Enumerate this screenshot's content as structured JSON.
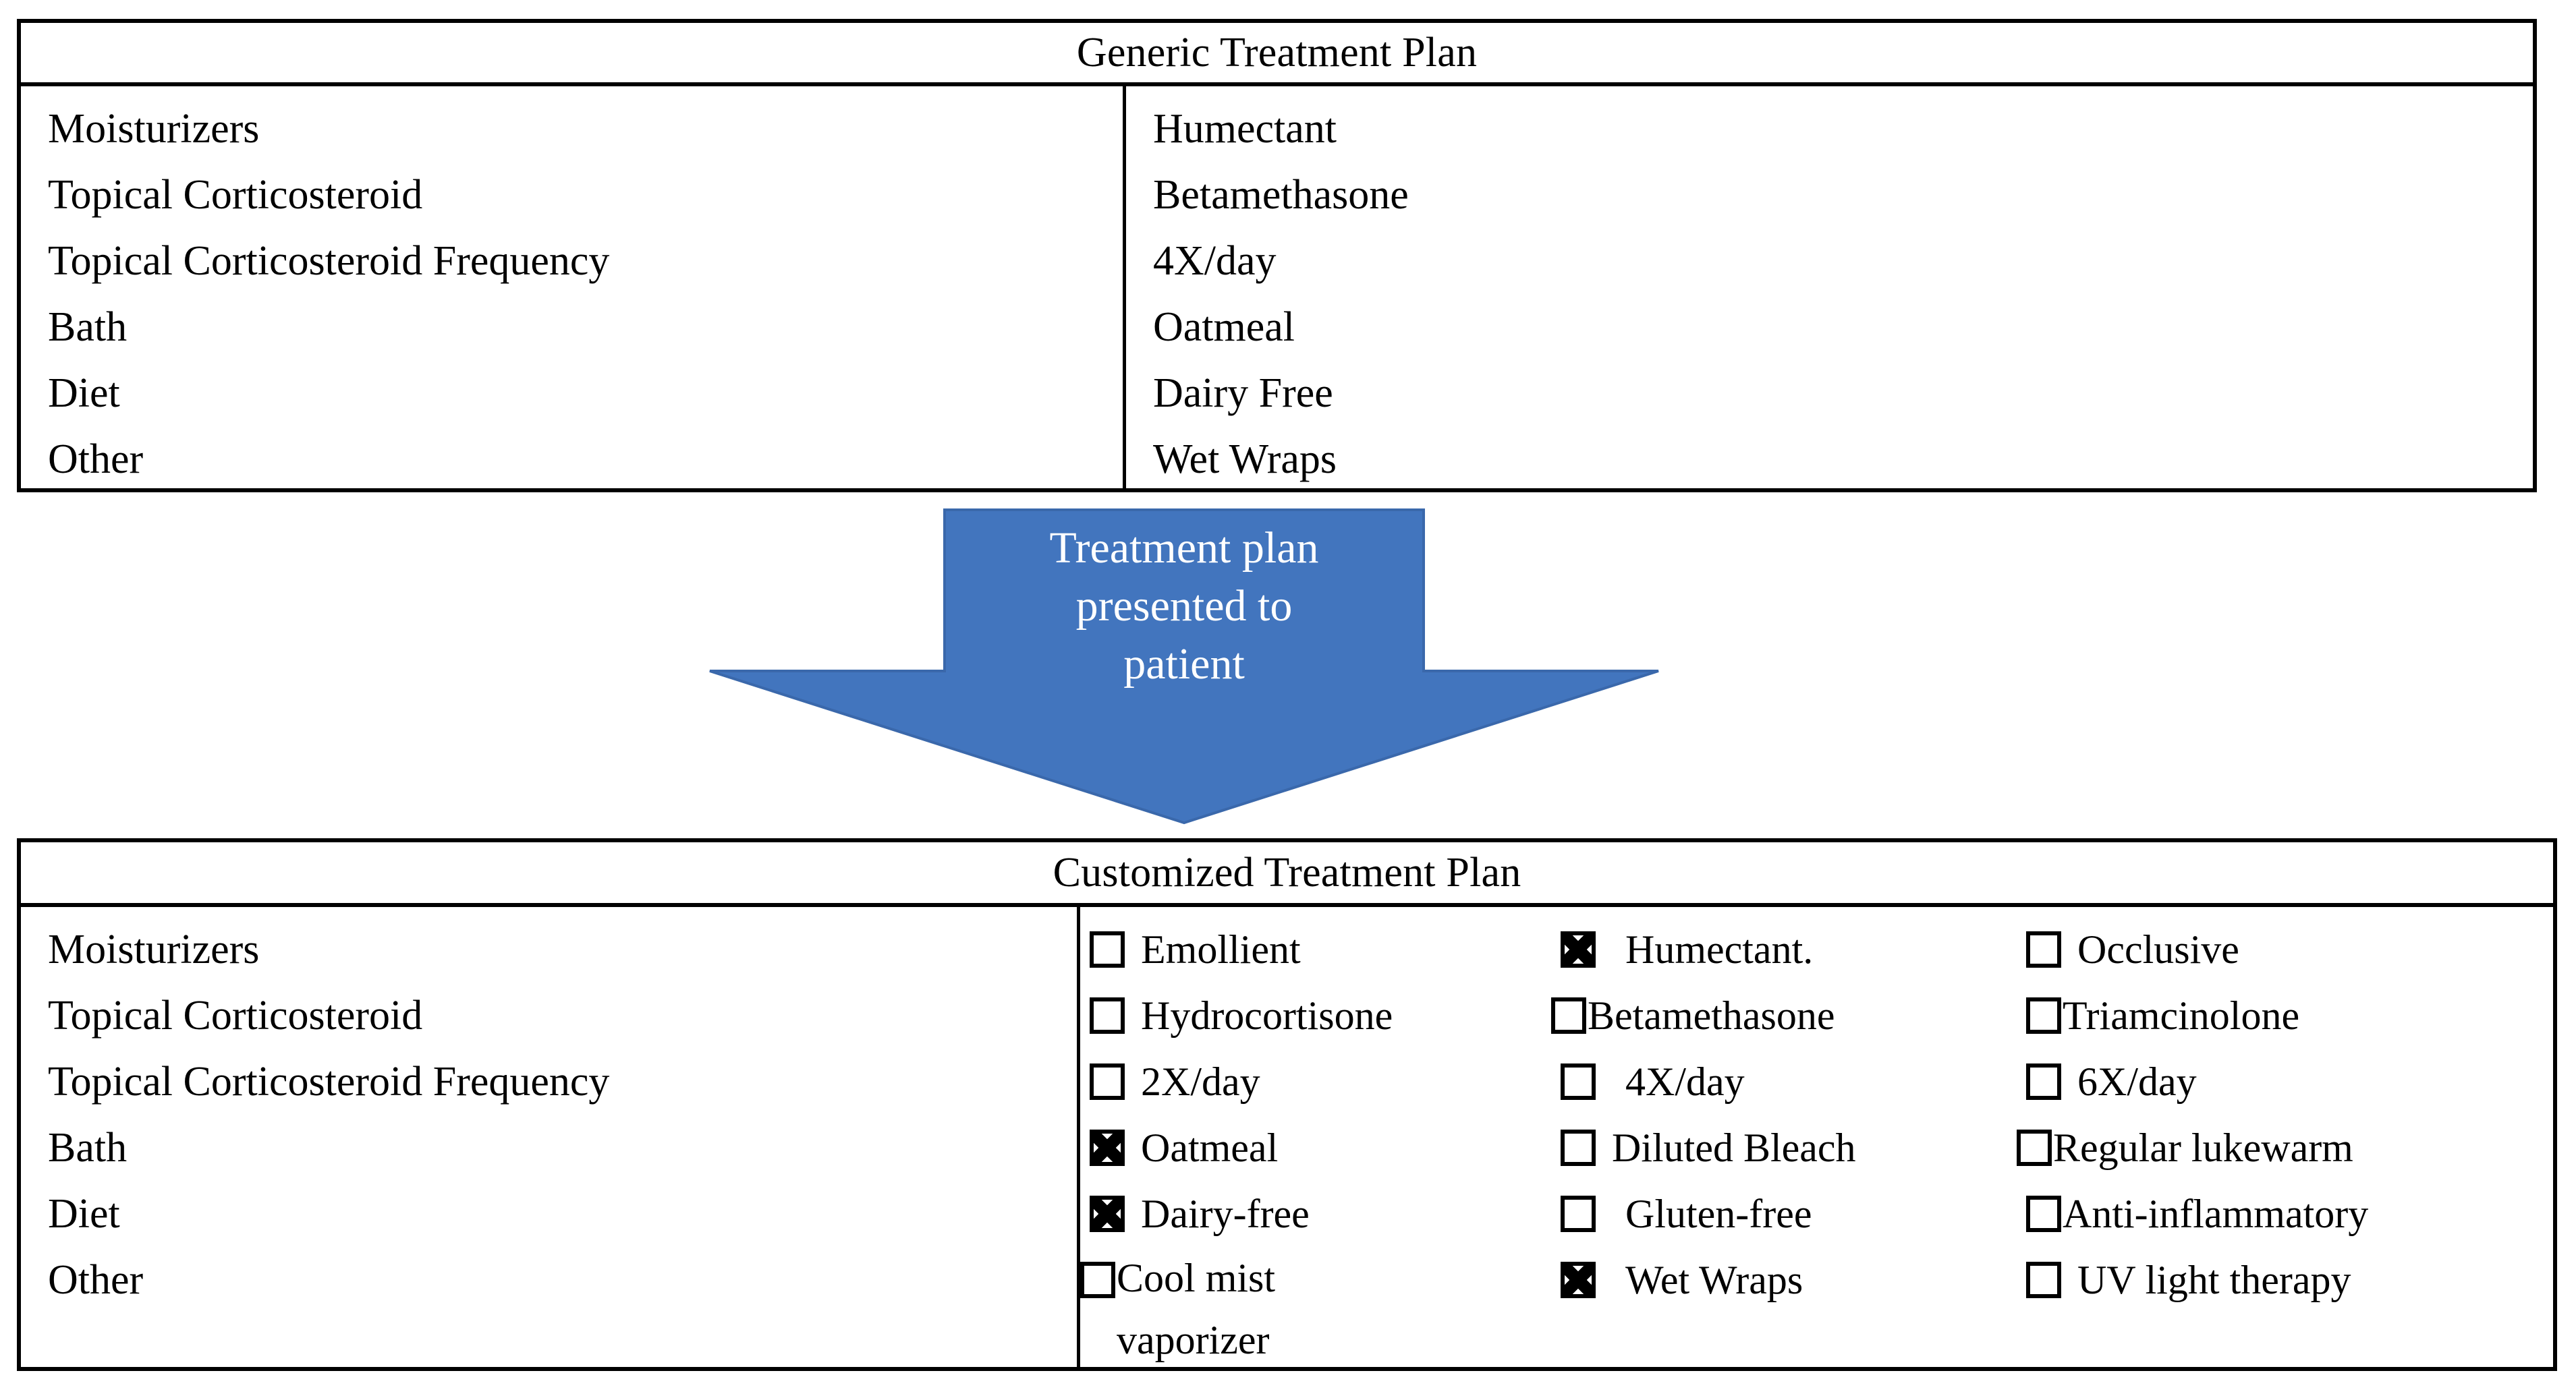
{
  "generic_plan": {
    "title": "Generic Treatment Plan",
    "rows": [
      {
        "label": "Moisturizers",
        "value": "Humectant"
      },
      {
        "label": "Topical Corticosteroid",
        "value": "Betamethasone"
      },
      {
        "label": "Topical Corticosteroid Frequency",
        "value": "4X/day"
      },
      {
        "label": "Bath",
        "value": "Oatmeal"
      },
      {
        "label": "Diet",
        "value": "Dairy Free"
      },
      {
        "label": "Other",
        "value": "Wet Wraps"
      }
    ]
  },
  "arrow": {
    "label": "Treatment plan presented to patient",
    "line1": "Treatment plan",
    "line2": "presented to",
    "line3": "patient",
    "color": "#4275BE"
  },
  "customized_plan": {
    "title": "Customized Treatment Plan",
    "rows": [
      {
        "label": "Moisturizers",
        "options": [
          {
            "text": "Emollient",
            "checked": false
          },
          {
            "text": "Humectant.",
            "checked": true
          },
          {
            "text": "Occlusive",
            "checked": false
          }
        ]
      },
      {
        "label": "Topical Corticosteroid",
        "options": [
          {
            "text": "Hydrocortisone",
            "checked": false
          },
          {
            "text": "Betamethasone",
            "checked": true
          },
          {
            "text": "Triamcinolone",
            "checked": false
          }
        ]
      },
      {
        "label": "Topical Corticosteroid Frequency",
        "options": [
          {
            "text": "2X/day",
            "checked": false
          },
          {
            "text": "4X/day",
            "checked": true
          },
          {
            "text": "6X/day",
            "checked": false
          }
        ]
      },
      {
        "label": "Bath",
        "options": [
          {
            "text": "Oatmeal",
            "checked": true
          },
          {
            "text": "Diluted Bleach",
            "checked": false
          },
          {
            "text": "Regular lukewarm",
            "checked": false
          }
        ]
      },
      {
        "label": "Diet",
        "options": [
          {
            "text": "Dairy-free",
            "checked": true
          },
          {
            "text": "Gluten-free",
            "checked": false
          },
          {
            "text": "Anti-inflammatory",
            "checked": false
          }
        ]
      },
      {
        "label": "Other",
        "options": [
          {
            "text": "Cool mist vaporizer",
            "checked": false
          },
          {
            "text": "Wet Wraps",
            "checked": true
          },
          {
            "text": "UV light therapy",
            "checked": false
          }
        ]
      }
    ]
  }
}
